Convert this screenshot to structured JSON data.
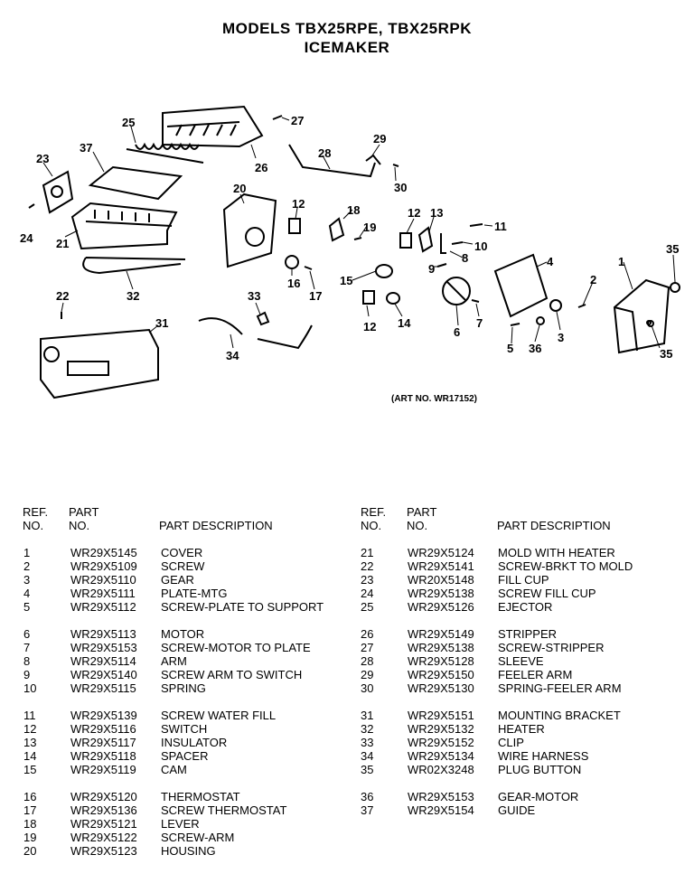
{
  "title_line1": "MODELS TBX25RPE, TBX25RPK",
  "title_line2": "ICEMAKER",
  "art_no": "(ART NO. WR17152)",
  "headers": {
    "ref_line1": "REF.",
    "ref_line2": "NO.",
    "part_line1": "PART",
    "part_line2": "NO.",
    "desc": "PART DESCRIPTION"
  },
  "callouts": [
    "1",
    "2",
    "3",
    "4",
    "5",
    "6",
    "7",
    "8",
    "9",
    "10",
    "11",
    "12",
    "12",
    "12",
    "13",
    "14",
    "15",
    "16",
    "17",
    "18",
    "19",
    "20",
    "21",
    "22",
    "23",
    "24",
    "25",
    "26",
    "27",
    "28",
    "29",
    "30",
    "31",
    "32",
    "33",
    "34",
    "35",
    "35",
    "36",
    "37"
  ],
  "left_parts": [
    {
      "ref": "1",
      "part": "WR29X5145",
      "desc": "COVER"
    },
    {
      "ref": "2",
      "part": "WR29X5109",
      "desc": "SCREW"
    },
    {
      "ref": "3",
      "part": "WR29X5110",
      "desc": "GEAR"
    },
    {
      "ref": "4",
      "part": "WR29X5111",
      "desc": "PLATE-MTG"
    },
    {
      "ref": "5",
      "part": "WR29X5112",
      "desc": "SCREW-PLATE TO SUPPORT"
    },
    {
      "ref": "6",
      "part": "WR29X5113",
      "desc": "MOTOR"
    },
    {
      "ref": "7",
      "part": "WR29X5153",
      "desc": "SCREW-MOTOR TO PLATE"
    },
    {
      "ref": "8",
      "part": "WR29X5114",
      "desc": "ARM"
    },
    {
      "ref": "9",
      "part": "WR29X5140",
      "desc": "SCREW ARM TO SWITCH"
    },
    {
      "ref": "10",
      "part": "WR29X5115",
      "desc": "SPRING"
    },
    {
      "ref": "11",
      "part": "WR29X5139",
      "desc": "SCREW WATER FILL"
    },
    {
      "ref": "12",
      "part": "WR29X5116",
      "desc": "SWITCH"
    },
    {
      "ref": "13",
      "part": "WR29X5117",
      "desc": "INSULATOR"
    },
    {
      "ref": "14",
      "part": "WR29X5118",
      "desc": "SPACER"
    },
    {
      "ref": "15",
      "part": "WR29X5119",
      "desc": "CAM"
    },
    {
      "ref": "16",
      "part": "WR29X5120",
      "desc": "THERMOSTAT"
    },
    {
      "ref": "17",
      "part": "WR29X5136",
      "desc": "SCREW THERMOSTAT"
    },
    {
      "ref": "18",
      "part": "WR29X5121",
      "desc": "LEVER"
    },
    {
      "ref": "19",
      "part": "WR29X5122",
      "desc": "SCREW-ARM"
    },
    {
      "ref": "20",
      "part": "WR29X5123",
      "desc": "HOUSING"
    }
  ],
  "right_parts": [
    {
      "ref": "21",
      "part": "WR29X5124",
      "desc": "MOLD WITH HEATER"
    },
    {
      "ref": "22",
      "part": "WR29X5141",
      "desc": "SCREW-BRKT TO MOLD"
    },
    {
      "ref": "23",
      "part": "WR20X5148",
      "desc": "FILL CUP"
    },
    {
      "ref": "24",
      "part": "WR29X5138",
      "desc": "SCREW FILL CUP"
    },
    {
      "ref": "25",
      "part": "WR29X5126",
      "desc": "EJECTOR"
    },
    {
      "ref": "26",
      "part": "WR29X5149",
      "desc": "STRIPPER"
    },
    {
      "ref": "27",
      "part": "WR29X5138",
      "desc": "SCREW-STRIPPER"
    },
    {
      "ref": "28",
      "part": "WR29X5128",
      "desc": "SLEEVE"
    },
    {
      "ref": "29",
      "part": "WR29X5150",
      "desc": "FEELER ARM"
    },
    {
      "ref": "30",
      "part": "WR29X5130",
      "desc": "SPRING-FEELER ARM"
    },
    {
      "ref": "31",
      "part": "WR29X5151",
      "desc": "MOUNTING BRACKET"
    },
    {
      "ref": "32",
      "part": "WR29X5132",
      "desc": "HEATER"
    },
    {
      "ref": "33",
      "part": "WR29X5152",
      "desc": "CLIP"
    },
    {
      "ref": "34",
      "part": "WR29X5134",
      "desc": "WIRE HARNESS"
    },
    {
      "ref": "35",
      "part": "WR02X3248",
      "desc": "PLUG BUTTON"
    },
    {
      "ref": "36",
      "part": "WR29X5153",
      "desc": "GEAR-MOTOR"
    },
    {
      "ref": "37",
      "part": "WR29X5154",
      "desc": "GUIDE"
    }
  ]
}
